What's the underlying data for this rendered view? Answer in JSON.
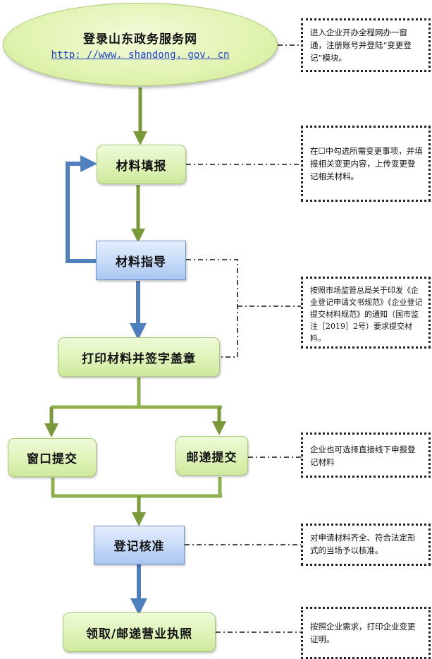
{
  "title": "企业变更登记流程图",
  "colors": {
    "green_arrow": "#7a9a3a",
    "blue_arrow": "#4f7fbf",
    "green_node": "#dcf2b4",
    "blue_node": "#c6daf7",
    "link": "#1f3fd0"
  },
  "start": {
    "label": "登录山东政务服务网",
    "url": "http: //www. shandong. gov. cn"
  },
  "steps": {
    "fill_in": "材料填报",
    "guidance": "材料指导",
    "print_sign": "打印材料并签字盖章",
    "window_submit": "窗口提交",
    "mail_submit": "邮递提交",
    "approval": "登记核准",
    "collect": "领取/邮递营业执照"
  },
  "notes": {
    "login": "进入企业开办全程网办一窗通，注册账号并登陆“变更登记”模块。",
    "fill_in": "在☐中勾选所需变更事项，并填报相关变更内容，上传变更登记相关材料。",
    "guidance": "按照市场监管总局关于印发《企业登记申请文书规范》《企业登记提交材料规范》的通知（国市监注［2019］2号）要求提交材料。",
    "mail": "企业也可选择直接线下申报登记材料",
    "approval": "对申请材料齐全、符合法定形式的当场予以核准。",
    "collect": "按照企业需求，打印企业变更证明。"
  }
}
